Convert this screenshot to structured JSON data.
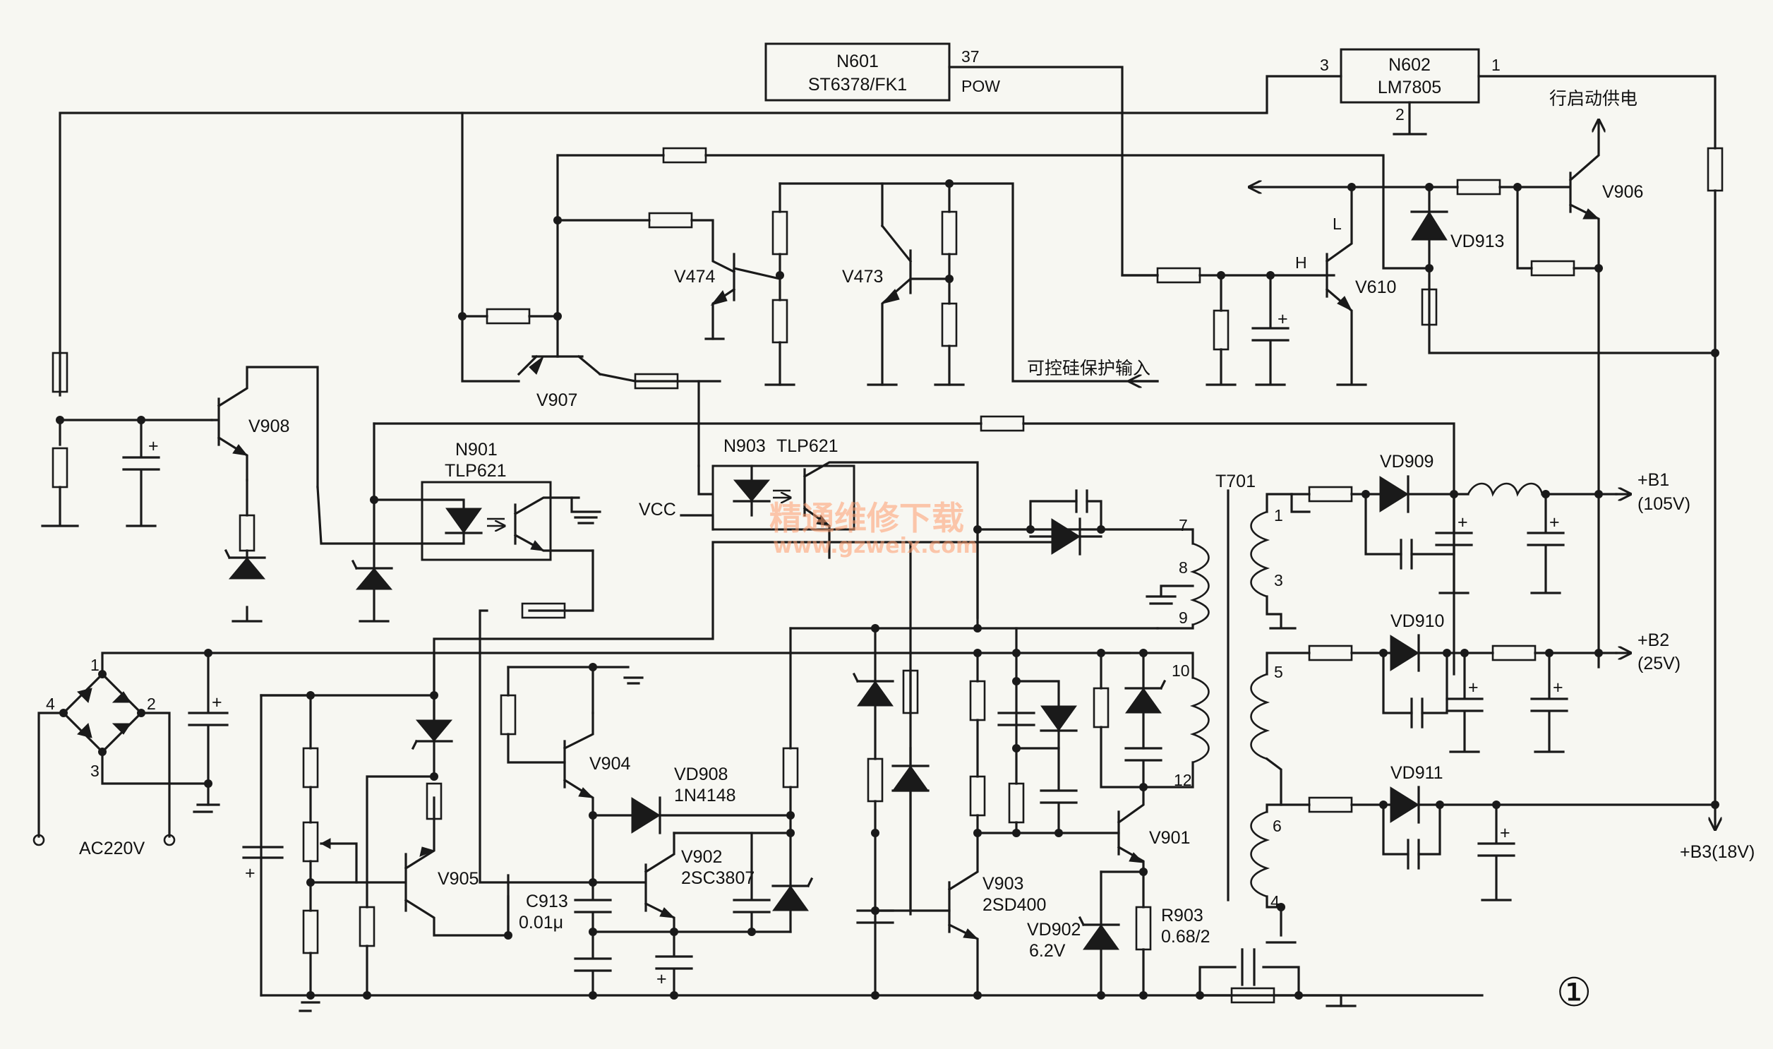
{
  "ic": {
    "n601_name": "N601",
    "n601_part": "ST6378/FK1",
    "n601_pin": "37",
    "n601_pin_name": "POW",
    "n602_name": "N602",
    "n602_part": "LM7805",
    "n602_pin_in": "3",
    "n602_pin_out": "1",
    "n602_pin_gnd": "2"
  },
  "labels": {
    "line_start_supply": "行启动供电",
    "scr_protect_input": "可控硅保护输入",
    "vcc": "VCC",
    "ac_input": "AC220V",
    "figure_number": "①"
  },
  "components": {
    "v906": "V906",
    "vd913": "VD913",
    "v610": "V610",
    "v610_pin_h": "H",
    "v610_pin_l": "L",
    "v474": "V474",
    "v473": "V473",
    "v907": "V907",
    "v908": "V908",
    "n901": "N901",
    "n901_part": "TLP621",
    "n903": "N903",
    "n903_part": "TLP621",
    "t701": "T701",
    "vd909": "VD909",
    "vd910": "VD910",
    "vd911": "VD911",
    "v904": "V904",
    "vd908": "VD908",
    "vd908_part": "1N4148",
    "v902": "V902",
    "v902_part": "2SC3807",
    "v905": "V905",
    "c913": "C913",
    "c913_value": "0.01μ",
    "v903": "V903",
    "v903_part": "2SD400",
    "v901": "V901",
    "vd902": "VD902",
    "vd902_value": "6.2V",
    "r903": "R903",
    "r903_value": "0.68/2"
  },
  "outputs": {
    "b1": "+B1",
    "b1_v": "(105V)",
    "b2": "+B2",
    "b2_v": "(25V)",
    "b3": "+B3(18V)"
  },
  "bridge_pins": [
    "1",
    "2",
    "3",
    "4"
  ],
  "transformer_pins": [
    "7",
    "8",
    "9",
    "10",
    "12",
    "1",
    "3",
    "5",
    "6",
    "4"
  ],
  "watermark": {
    "cn": "精通维修下载",
    "url": "www.gzweix.com"
  }
}
